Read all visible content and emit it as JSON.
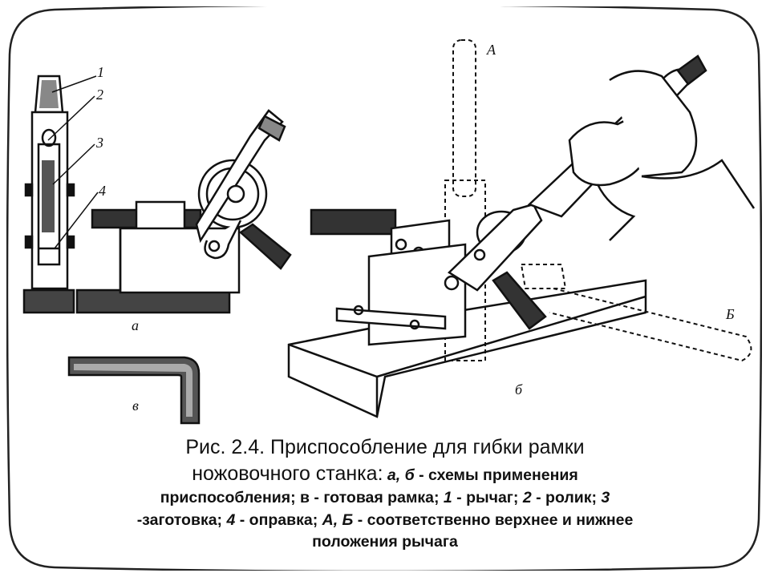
{
  "figure": {
    "part_numbers": [
      "1",
      "2",
      "3",
      "4"
    ],
    "view_labels": {
      "a": "а",
      "b": "б",
      "v": "в"
    },
    "position_labels": {
      "upper": "А",
      "lower": "Б"
    }
  },
  "caption": {
    "title": "Рис. 2.4. Приспособление для гибки рамки",
    "line2_lead": "ножовочного станка:",
    "segments": [
      {
        "text": " а, б",
        "italic": true
      },
      {
        "text": " - схемы применения",
        "italic": false
      },
      {
        "text": "приспособления; в - готовая рамка; ",
        "italic": false
      },
      {
        "text": "1",
        "italic": true
      },
      {
        "text": " - рычаг; ",
        "italic": false
      },
      {
        "text": "2",
        "italic": true
      },
      {
        "text": " - ролик; ",
        "italic": false
      },
      {
        "text": "3",
        "italic": true
      },
      {
        "text": "-заготовка; ",
        "italic": false
      },
      {
        "text": "4",
        "italic": true
      },
      {
        "text": " - оправка; ",
        "italic": false
      },
      {
        "text": "А, Б",
        "italic": true
      },
      {
        "text": " - соответственно верхнее и нижнее",
        "italic": false
      },
      {
        "text": "положения рычага",
        "italic": false
      }
    ]
  }
}
